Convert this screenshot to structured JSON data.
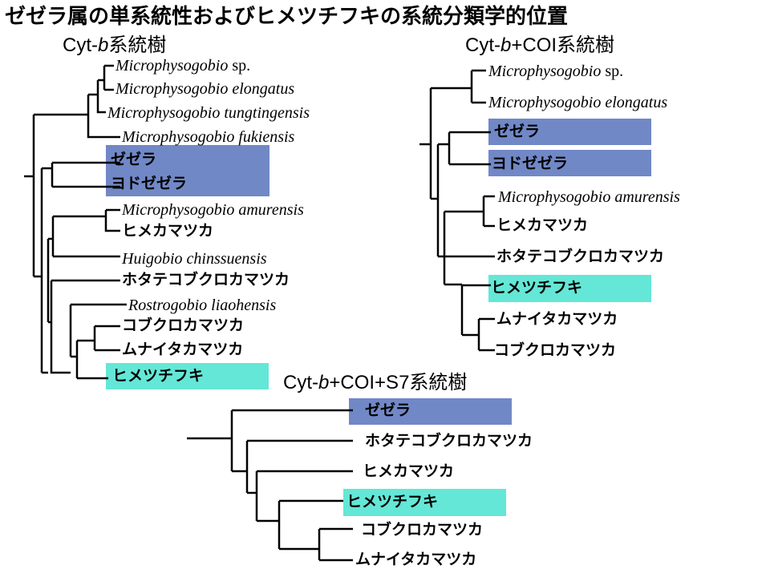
{
  "title": "ゼゼラ属の単系統性およびヒメツチフキの系統分類学的位置",
  "colors": {
    "highlight_blue": "#7188c6",
    "highlight_cyan": "#64e7d6"
  },
  "trees": {
    "cytb": {
      "caption": {
        "pre": "Cyt-",
        "gene": "b",
        "post": "系統樹"
      },
      "taxa": {
        "m_sp": {
          "genus": "Microphysogobio",
          "rest": " sp."
        },
        "m_elongatus": "Microphysogobio elongatus",
        "m_tungtingensis": "Microphysogobio tungtingensis",
        "m_fukiensis": "Microphysogobio fukiensis",
        "zezera": "ゼゼラ",
        "yodozezera": "ヨドゼゼラ",
        "m_amurensis": "Microphysogobio amurensis",
        "himekamatsuka": "ヒメカマツカ",
        "huigobio": "Huigobio chinssuensis",
        "hotate": "ホタテコブクロカマツカ",
        "rostrogobio": "Rostrogobio liaohensis",
        "kobukuro": "コブクロカマツカ",
        "munaita": "ムナイタカマツカ",
        "himetsuchifuki": "ヒメツチフキ"
      }
    },
    "cytb_coi": {
      "caption": {
        "pre": "Cyt-",
        "gene": "b",
        "post": "+COI系統樹"
      },
      "taxa": {
        "m_sp": {
          "genus": "Microphysogobio",
          "rest": " sp."
        },
        "m_elongatus": "Microphysogobio elongatus",
        "zezera": "ゼゼラ",
        "yodozezera": "ヨドゼゼラ",
        "m_amurensis": "Microphysogobio amurensis",
        "himekamatsuka": "ヒメカマツカ",
        "hotate": "ホタテコブクロカマツカ",
        "himetsuchifuki": "ヒメツチフキ",
        "munaita": "ムナイタカマツカ",
        "kobukuro": "コブクロカマツカ"
      }
    },
    "cytb_coi_s7": {
      "caption": {
        "pre": "Cyt-",
        "gene": "b",
        "post": "+COI+S7系統樹"
      },
      "taxa": {
        "zezera": "ゼゼラ",
        "hotate": "ホタテコブクロカマツカ",
        "himekamatsuka": "ヒメカマツカ",
        "himetsuchifuki": "ヒメツチフキ",
        "kobukuro": "コブクロカマツカ",
        "munaita": "ムナイタカマツカ"
      }
    }
  }
}
